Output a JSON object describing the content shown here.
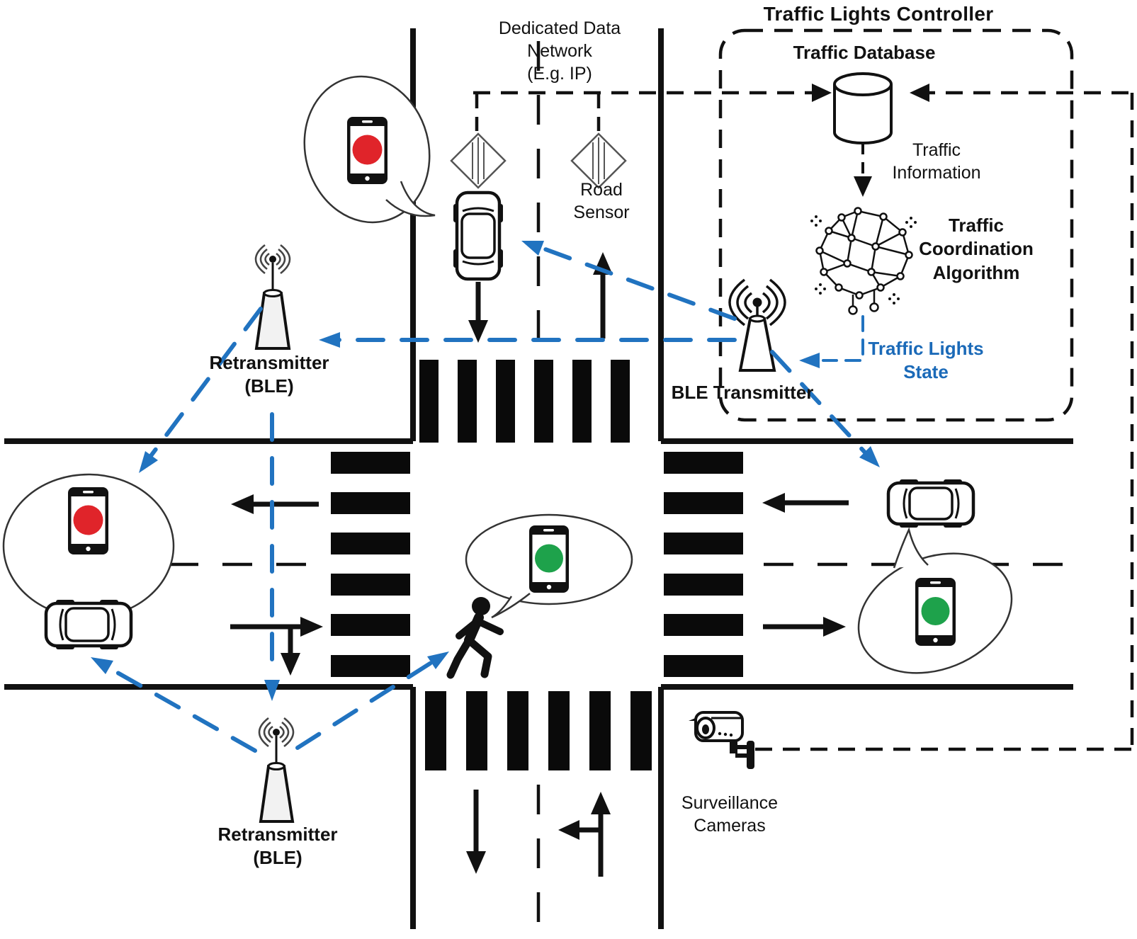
{
  "labels": {
    "controller_title": "Traffic Lights Controller",
    "traffic_database": "Traffic Database",
    "traffic_information": "Traffic\nInformation",
    "coordination_algorithm": "Traffic\nCoordination\nAlgorithm",
    "traffic_lights_state": "Traffic Lights\nState",
    "ble_transmitter": "BLE Transmitter",
    "retransmitter_top": "Retransmitter\n(BLE)",
    "retransmitter_bottom": "Retransmitter\n(BLE)",
    "dedicated_network": "Dedicated Data\nNetwork\n(E.g. IP)",
    "road_sensor": "Road\nSensor",
    "surveillance_cameras": "Surveillance\nCameras"
  },
  "colors": {
    "signal_blue": "#2173c0",
    "state_label_blue": "#1b6ab8",
    "red_light": "#e0242a",
    "green_light": "#1ea24b",
    "line_black": "#111111"
  },
  "traffic_lights": {
    "northwest_car_phone": "red",
    "west_car_phone": "red",
    "pedestrian_phone": "green",
    "east_car_phone": "green"
  }
}
